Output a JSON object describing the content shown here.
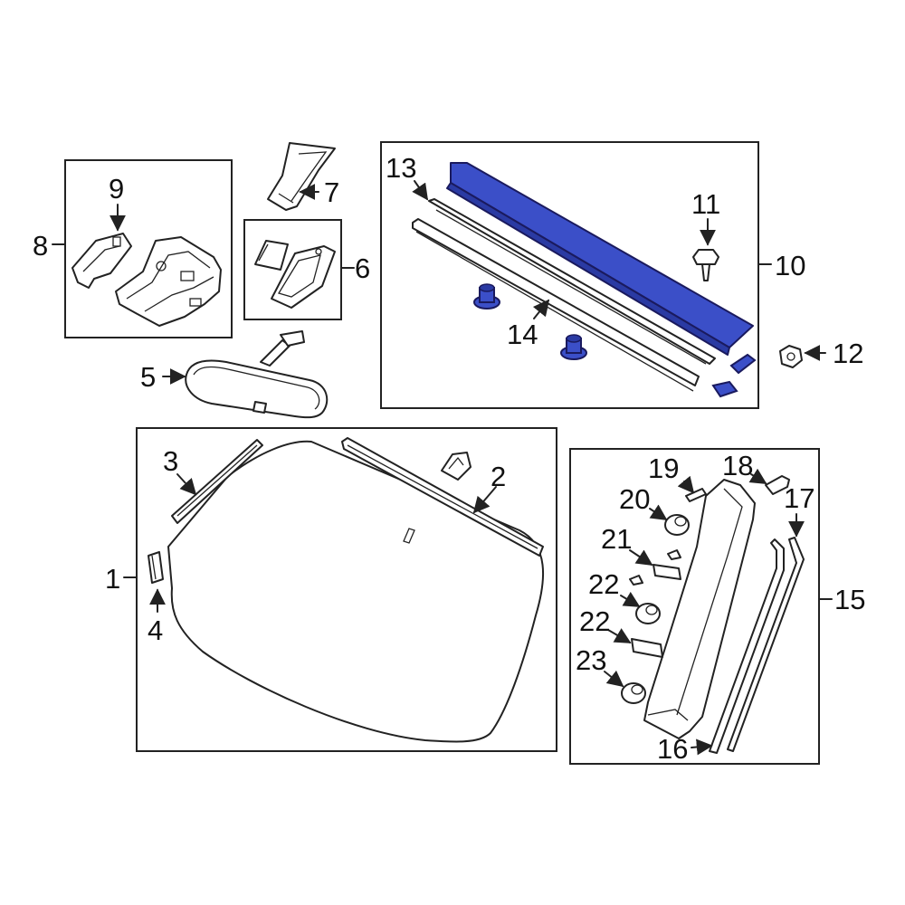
{
  "colors": {
    "highlight": "#3b4fc8",
    "highlight_shade": "#2a3aa3",
    "line": "#222222",
    "background": "#ffffff"
  },
  "callouts": [
    "1",
    "2",
    "3",
    "4",
    "5",
    "6",
    "7",
    "8",
    "9",
    "10",
    "11",
    "12",
    "13",
    "14",
    "15",
    "16",
    "17",
    "18",
    "19",
    "20",
    "21",
    "22",
    "22",
    "23"
  ],
  "highlighted_part": "13"
}
